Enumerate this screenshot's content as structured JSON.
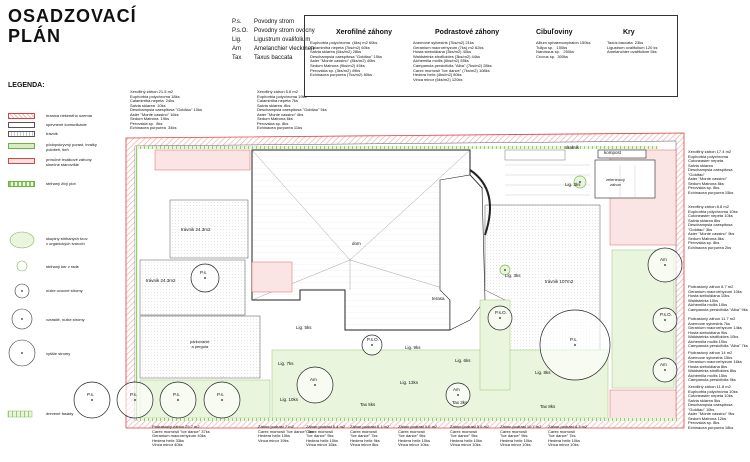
{
  "title": {
    "line1": "OSADZOVACÍ",
    "line2": "PLÁN"
  },
  "abbreviations": [
    {
      "key": "P.s.",
      "value": "Povodny strom"
    },
    {
      "key": "P.s.O.",
      "value": "Povodny strom ovocny"
    },
    {
      "key": "Lig.",
      "value": "Ligustrum ovalifolium"
    },
    {
      "key": "Am",
      "value": "Amelanchier vleckmen"
    },
    {
      "key": "Tax",
      "value": "Taxus baccata"
    }
  ],
  "plant_groups": [
    {
      "name": "Xerofilné záhony",
      "items": "Euphorbia polychroma  (6ks) m2 60ks\nCalamintha nepeta (7ks/m2) 60ks\nSalvia sklarea (6ks/m2) 28ks\nDeschampsia caespitosa \"Goldtau\" 15ks\nAster \"Monte cassino\" (8ks/m2) 40ks\nSedum Matrona (9ks/m2) 49ks\nPerovskia sp. (3ks/m2) 49ks\nEchinacea purpurea (7ks/m2) 80ks"
    },
    {
      "name": "Podrastové záhony",
      "items": "Anemone sylvestris (7ks/m2) 21ks\nGeranium macrorrhyzum (7ks) m2 62ks\nHosta sieboldiana (3ks/m2) 40ks\nWaldsteinia strofiloides (3ks/m2) 44ks\nAlchemilla mollis (6ks/m2) 55ks\nCampanula persicifolia \"Alba\" (7ks/m2) 28ks\nCarex morrowii \"Ice dance\" (7ks/m2) 108ks\nHedera helix (4ks/m2) 80ks\nVinca minor (6ks/m2) 120ks"
    },
    {
      "name": "Cibuľoviny",
      "items": "Allium sphaerocephalon 150ks\nTulipa sp.   150ks\nNarcissus sp.   250ks\nCrocus sp.  300ks"
    },
    {
      "name": "Kry",
      "items": "Taxus baccata  23ks\nLigustrum ovalifolium 120 ks\nAmelanchier ovalifolium 5ks"
    }
  ],
  "legend": {
    "heading": "LEGENDA:",
    "items": [
      "hranica riešeného územia",
      "spevnené komunikácie",
      "trávnik",
      "pôdopokryvný porast, trvalky\npolotieň, tieň",
      "príručné trvalkové záhony\nslnečné stanovište",
      "strihaný živý plot",
      "skupiny strihaných krov\nv organických tvaroch",
      "strihaný ker v rade",
      "nízke ovocné stromy",
      "vzrastlé, nízke stromy",
      "vyššie stromy"
    ],
    "bottom": "drevené fasády"
  },
  "areas": {
    "house": "dom",
    "terrace": "terasa",
    "lawn1": "trávnik 24.3m2",
    "lawn2": "trávnik 24.3m2",
    "lawn3": "trávnik 107m2",
    "parking": "parkovanie\na pergola",
    "vegetable": "zeleninový\nzáhon",
    "compost": "kompost",
    "rock": "skalník"
  },
  "tree_labels": {
    "ps": "P.s.",
    "pso": "P.s.O.",
    "am": "Am",
    "lig": "Lig.",
    "tax": "Tax"
  },
  "notes": {
    "xero_top_left": "Xerofilný záhon 21.5 m2\nEuphorbia polychroma 18ks\nCalamintha nepeta  24ks\nSalvia sklarea  10ks\nDeschampsia caespitosa \"Goldtau\" 10ks\nAster \"Monte cassino\" 16ks\nSedum Matrona  19ks\nPerovskia sp.  8ks\nEchinacea purpurea  34ks",
    "xero_top_mid": "Xerofilný záhon 5.6 m2\nEuphorbia polychroma 19ks\nCalamintha nepeta 7ks\nSalvia sklarea  8ks\nDeschampsia caespitosa \"Goldtau\" 5ks\nAster \"Monte cassino\" 6ks\nSedum Matrona 6ks\nPerovskia sp. 8ks\nEchinacea purpurea 11ks",
    "right1": "Xerofilný záhon 17.4 m2\nEuphorbia polychroma\nCotoneaster nepeta\nSalvia sklarea\nDeschampsia caespitosa\n\"Goldtau\"\nAster \"Monte cassino\"\nSedum Matrona 8ks\nPerovskia sp. 8ks\nEchinacea purpurea 15ks",
    "right2": "Xerofilný záhon 8.8 m2\nEuphorbia polychroma 10ks\nCotoneaster nepeta 10ks\nSalvia sklarea 8ks\nDeschampsia caespitosa\n\"Goldtau\" 3ks\nAster \"Monte cassino\" 9ks\nSedum Matrona 8ks\nPerovskia sp. 8ks\nEchinacea purpurea 2ks",
    "right3": "Podrastový záhon 8.7 m2\nGeranium macrorrhyzum 10ks\nHosta sieboldiana 10ks\nWaldsteinia 10ks\nAlchemilla mollis 10ks\nCampanula persicifolia \"Alba\" 9ks",
    "right4": "Podrastový záhon 11.7 m2\nAnemone sylvestris 7ks\nGeranium macrorrhyzum 14ks\nHosta sieboldiana 9ks\nWaldsteinia strofiloides 10ks\nAlchemilla mollis 10ks\nCampanula persicifolia \"Alba\" 7ks",
    "right5": "Podrastový záhon 14 m2\nAnemone sylvestris 15ks\nGeranium macrorrhyzum 16ks\nHosta sieboldiana 8ks\nWaldsteinia strofiloides 8ks\nAlchemilla mollis 15ks\nCampanula persicifolia 9ks",
    "right6": "Xerofilný záhon 11.8 m2\nEuphorbia polychroma 10ks\nCotoneaster nepeta 10ks\nSalvia sklarea 5ks\nDeschampsia caespitosa\n\"Goldtau\" 10ks\nAster \"Monte cassino\" 9ks\nSedum Matrona 12ks\nPerovskia sp. 8ks\nEchinacea purpurea 18ks",
    "bottom1": "Podrastový záhon 25.7 m2\nCarex morrowii \"Ice dance\" 37ks\nGeranium macrorrhyzum 40ks\nHedera helix 33ks\nVinca minor 40ks",
    "bottom2": "Záhon podrast 7 m2\nCarex morrowii \"Ice dance\" 7ks\nHedera helix 10ks\nVinca minor 19ks",
    "bottom3": "Záhon podrast 6.4 m2\nCarex morrowii\n\"Ice dance\" 9ks\nHedera helix 10ks\nVinca minor 16ks",
    "bottom4": "Záhon podrast 5.1 m2\nCarex morrowii\n\"Ice dance\" 7ks\nHedera helix 9ks\nVinca minor 8ks",
    "bottom5": "Záhon podrast 5.6 m2\nCarex morrowii\n\"Ice dance\" 9ks\nHedera helix 10ks\nVinca minor 10ks",
    "bottom6": "Záhon podrast 5.6 m2\nCarex morrowii\n\"Ice dance\" 9ks\nHedera helix 10ks\nVinca minor 10ks",
    "bottom7": "Záhon podrast 10.7 m2\nCarex morrowii\n\"Ice dance\" 9ks\nHedera helix 10ks\nVinca minor 10ks",
    "bottom8": "Záhon podrast 4.3 m2\nCarex morrowii\n\"Ice dance\" 7ks\nHedera helix 10ks\nVinca minor 10ks"
  },
  "counts": {
    "lig3": "Lig. 3ks",
    "lig5": "Lig. 5ks",
    "lig6": "Lig. 6ks",
    "lig7": "Lig. 7ks",
    "lig8": "Lig. 8ks",
    "lig9": "Lig. 9ks",
    "lig10": "Lig. 10ks",
    "lig13": "Lig. 13ks",
    "tax3": "Tax 3ks",
    "tax5": "Tax 5ks",
    "tax8": "Tax 8ks"
  },
  "colors": {
    "boundary": "#e04040",
    "hatch_pink": "#f2b6b6",
    "green_fill": "#c8e6a8",
    "green_dark": "#6fb04a",
    "paving": "#ffffff",
    "line": "#333333"
  }
}
